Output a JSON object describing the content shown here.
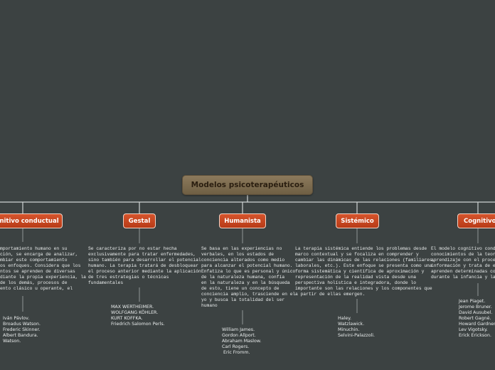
{
  "root": {
    "title": "Modelos psicoterapéuticos"
  },
  "branches": [
    {
      "title": "Cognitivo conductual",
      "title_visible": "gnitivo conductual",
      "description": "mportamiento humano en su\nción, se encarga de analizar,\nmbiar este comportamiento\nos enfoques. Considera que los\nntos se aprenden de diversas\ndiante la propia experiencia, la\nde los demás, procesos de\nento clásico u operante, el",
      "authors": [
        "Iván Pávlov.",
        "Broadus Watson.",
        "Frederic Skinner.",
        "Albert Bandura.",
        "Watson."
      ]
    },
    {
      "title": "Gestal",
      "description": "Se caracteriza por no estar hecha\nexclusivamente para tratar enfermedades,\nsino también para desarrollar el potencial\nhumano. La terapia tratará de desbloquear\nel proceso anterior mediante la aplicación\nde tres estrategias o técnicas\nfundamentales",
      "authors": [
        "MAX WERTHEIMER.",
        "WOLFGANG KÖHLER.",
        "KURT KOFFKA.",
        "Friedrich Salomon Perls."
      ]
    },
    {
      "title": "Humanista",
      "description": "Se basa en las experiencias no\nverbales, en los estados de\nconciencia alterados como medio\npara alcanzar el potencial humano.\nEnfatiza lo que es personal y único\nde la naturaleza humana, confía\nen la naturaleza y en la búsqueda\nde esto, tiene un concepto de\nconciencia amplio, trasciende en el\nyo y busca la totalidad del ser\nhumano",
      "authors": [
        "William James.",
        "Gordon Allport.",
        "Abraham Maslow.",
        "Carl Rogers.",
        " Eric Fromm."
      ]
    },
    {
      "title": "Sistémico",
      "description": "La terapia sistémica entiende los problemas desde\nmarco contextual y se focaliza en comprender y\ncambiar las dinámicas de las relaciones (familiares,\nlaborales, etc.). Este enfoque se presenta como una\nforma sistemática y científica de aproximación y\nrepresentación de la realidad vista desde una\nperspectiva holística e integradora, donde lo\nimportante son las relaciones y los componentes que\na partir de ellas emergen.",
      "authors": [
        "Haley.",
        "Watzlawick.",
        "Minuchin.",
        "Selvini-Palazzoli."
      ]
    },
    {
      "title": "Cognitivo",
      "title_visible": "Cognitivo",
      "description": "El modelo cognitivo conducti\nconocimientos de la teoría d\naprendizaje con el procesam\ninformación y trata de expli\naprenden determinadas cond\ndurante la infancia y la adol",
      "authors": [
        "Jean Piaget.",
        "Jerome Bruner.",
        "David Ausubel.",
        "Robert Gagné.",
        "Howard Gardner.",
        "Lev Vigotsky.",
        "Erick Erickson."
      ]
    }
  ],
  "colors": {
    "background": "#3c4242",
    "root_fill": "#7d6b4f",
    "topic_fill": "#c8471f",
    "connector": "#d8dcdc",
    "text": "#e9ecec"
  }
}
